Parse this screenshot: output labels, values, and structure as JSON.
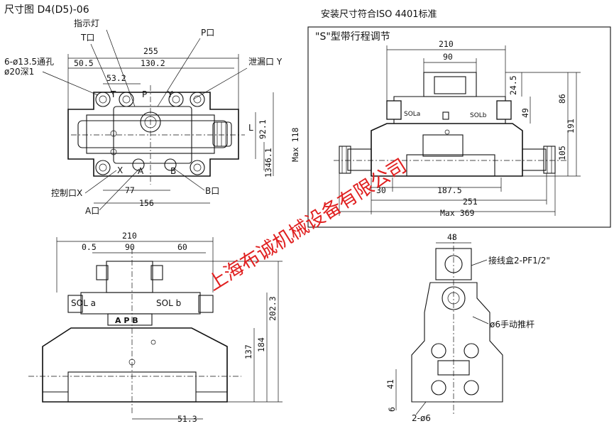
{
  "texts": {
    "title_left": "尺寸图 D4(D5)-06",
    "title_right": "安装尺寸符合ISO 4401标准",
    "indicator_light": "指示灯",
    "t_port": "T口",
    "p_port": "P口",
    "drain_port": "泄漏口 Y",
    "holes_line1": "6-ø13.5通孔",
    "holes_line2": "ø20深1",
    "control_port": "控制口X",
    "a_port": "A口",
    "b_port": "B口",
    "s_stroke": "\"S\"型带行程调节",
    "sola": "SOLa",
    "solb": "SOLb",
    "sol_a_front": "SOL a",
    "sol_b_front": "SOL b",
    "apb": "A P B",
    "junction_box": "接线盒2-PF1/2\"",
    "push_rod": "ø6手动推杆",
    "holes_2": "2-ø6",
    "port_t": "T",
    "port_p": "P",
    "port_y": "Y",
    "port_x": "X",
    "port_a": "A",
    "port_b": "B",
    "letter_l": "L",
    "watermark": "上海布诚机械设备有限公司"
  },
  "dims": {
    "d255": "255",
    "d50_5": "50.5",
    "d130_2": "130.2",
    "d53_2": "53.2",
    "d92_1": "92.1",
    "d46_1": "46.1",
    "d13": "13",
    "dmax118": "Max 118",
    "d77": "77",
    "d156": "156",
    "s210": "210",
    "s90": "90",
    "s24_5": "24.5",
    "s49": "49",
    "s86": "86",
    "s191": "191",
    "s105": "105",
    "s30": "30",
    "s187_5": "187.5",
    "s251": "251",
    "smax369": "Max 369",
    "f210": "210",
    "f0_5": "0.5",
    "f90": "90",
    "f60": "60",
    "f137": "137",
    "f184": "184",
    "f202_3": "202.3",
    "f51_3": "51.3",
    "e48": "48",
    "e41": "41",
    "e6": "6"
  }
}
